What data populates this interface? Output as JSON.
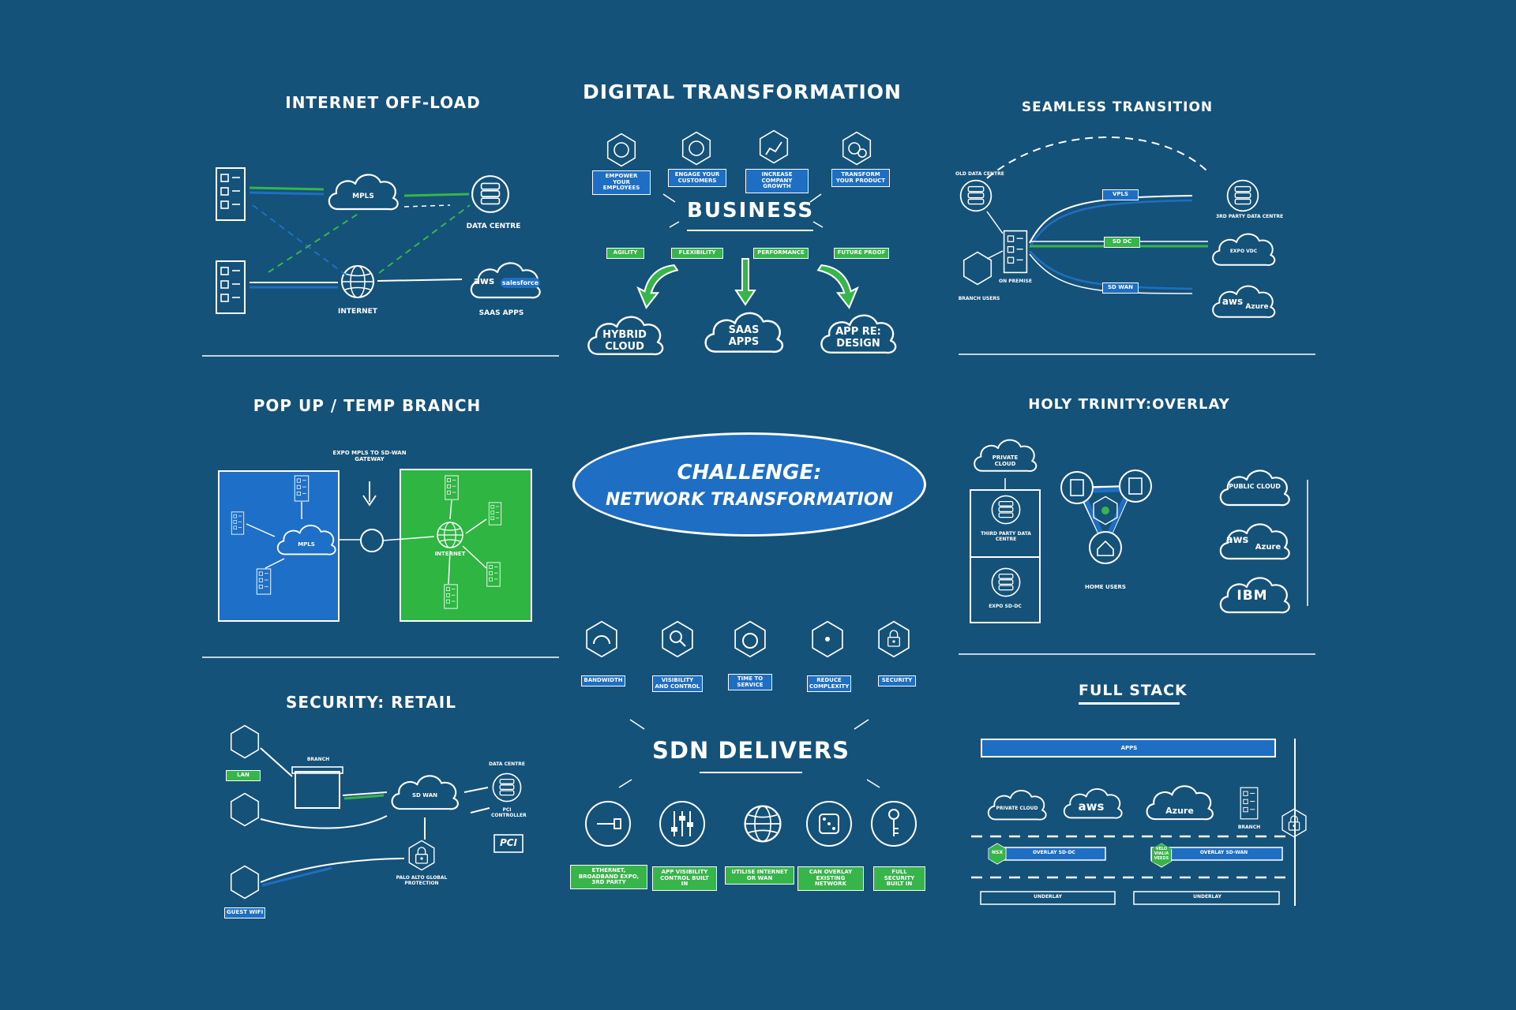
{
  "colors": {
    "background": "#14527a",
    "accent_blue": "#1e6fc4",
    "accent_green": "#38b54a",
    "line": "#ffffff"
  },
  "center": {
    "line1": "CHALLENGE:",
    "line2": "NETWORK TRANSFORMATION"
  },
  "internet_offload": {
    "title": "INTERNET OFF-LOAD",
    "mpls": "MPLS",
    "data_centre": "DATA CENTRE",
    "internet": "INTERNET",
    "saas_apps": "SAAS APPS",
    "aws": "aws",
    "salesforce": "salesforce"
  },
  "digital_transformation": {
    "title": "DIGITAL TRANSFORMATION",
    "goals": [
      {
        "label": "EMPOWER YOUR EMPLOYEES",
        "icon": "employees-icon"
      },
      {
        "label": "ENGAGE YOUR CUSTOMERS",
        "icon": "customer-icon"
      },
      {
        "label": "INCREASE COMPANY GROWTH",
        "icon": "growth-chart-icon"
      },
      {
        "label": "TRANSFORM YOUR PRODUCT",
        "icon": "gears-icon"
      }
    ],
    "business": "BUSINESS",
    "attributes": [
      "AGILITY",
      "FLEXIBILITY",
      "PERFORMANCE",
      "FUTURE PROOF"
    ],
    "outcomes": [
      "HYBRID CLOUD",
      "SAAS APPS",
      "APP RE: DESIGN"
    ]
  },
  "seamless_transition": {
    "title": "SEAMLESS TRANSITION",
    "old_dc": "OLD DATA CENTRE",
    "third_party_dc": "3RD PARTY DATA CENTRE",
    "branch_users": "BRANCH USERS",
    "on_premise": "ON PREMISE",
    "links": [
      "VPLS",
      "SD DC",
      "SD WAN"
    ],
    "expo_vdc": "EXPO VDC",
    "aws": "aws",
    "azure": "Azure"
  },
  "pop_up": {
    "title": "POP UP / TEMP BRANCH",
    "note": "EXPO MPLS TO SD-WAN GATEWAY",
    "mpls": "MPLS",
    "internet": "INTERNET"
  },
  "holy_trinity": {
    "title": "HOLY TRINITY:OVERLAY",
    "private_cloud": "PRIVATE CLOUD",
    "third_party_dc": "THIRD PARTY DATA CENTRE",
    "expo_sddc": "EXPO SD-DC",
    "home_users": "HOME USERS",
    "public_cloud": "PUBLIC CLOUD",
    "aws": "aws",
    "azure": "Azure",
    "ibm": "IBM"
  },
  "sdn_needs": [
    {
      "label": "BANDWIDTH",
      "icon": "speedometer-icon"
    },
    {
      "label": "VISIBILITY AND CONTROL",
      "icon": "magnifier-icon"
    },
    {
      "label": "TIME TO SERVICE",
      "icon": "stopwatch-icon"
    },
    {
      "label": "REDUCE COMPLEXITY",
      "icon": "network-node-icon"
    },
    {
      "label": "SECURITY",
      "icon": "padlock-icon"
    }
  ],
  "sdn_delivers": {
    "title": "SDN DELIVERS",
    "items": [
      {
        "label": "ETHERNET, BROADBAND EXPO, 3RD PARTY",
        "icon": "cable-plug-icon"
      },
      {
        "label": "APP VISIBILITY CONTROL BUILT IN",
        "icon": "sliders-icon"
      },
      {
        "label": "UTILISE INTERNET OR WAN",
        "icon": "globe-icon"
      },
      {
        "label": "CAN OVERLAY EXISTING NETWORK",
        "icon": "dice-icon"
      },
      {
        "label": "FULL SECURITY BUILT IN",
        "icon": "key-icon"
      }
    ]
  },
  "security_retail": {
    "title": "SECURITY: RETAIL",
    "lan": "LAN",
    "branch": "BRANCH",
    "sd_wan": "SD WAN",
    "data_centre": "DATA CENTRE",
    "pci_controller": "PCI CONTROLLER",
    "pci": "PCI",
    "palo_alto": "PALO ALTO GLOBAL PROTECTION",
    "guest_wifi": "GUEST WIFI"
  },
  "full_stack": {
    "title": "FULL STACK",
    "apps": "APPS",
    "private_cloud": "PRIVATE CLOUD",
    "aws": "aws",
    "azure": "Azure",
    "branch": "BRANCH",
    "nsx": "NSX",
    "overlay_sddc": "OVERLAY SD-DC",
    "velo": "VELO VIALIA VEEDS",
    "overlay_sdwan": "OVERLAY SD-WAN",
    "underlay": "UNDERLAY"
  }
}
